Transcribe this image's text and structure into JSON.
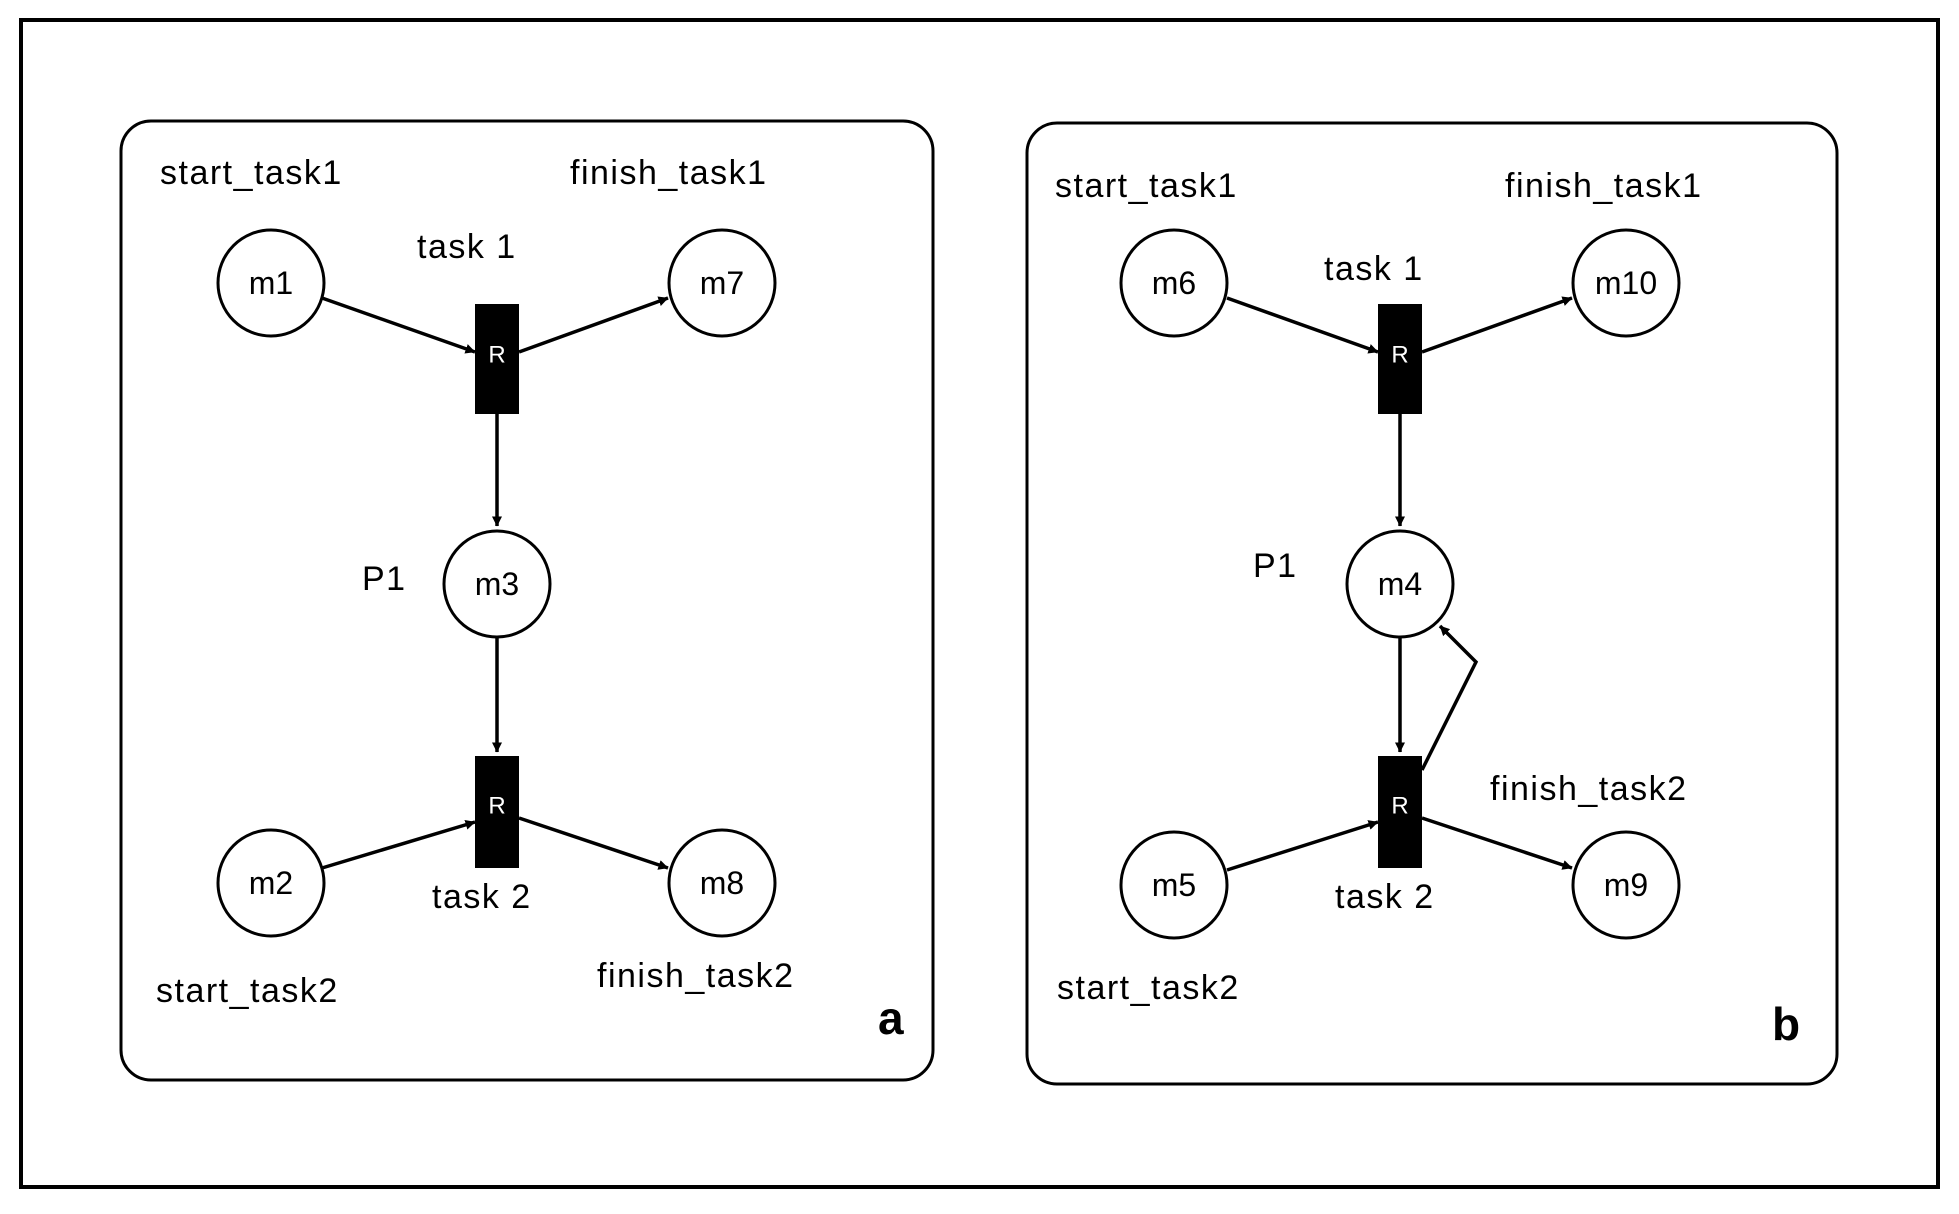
{
  "panels": [
    {
      "letter": "a",
      "places": [
        {
          "token": "m1",
          "label": "start_task1"
        },
        {
          "token": "m7",
          "label": "finish_task1"
        },
        {
          "token": "m3",
          "label": "P1"
        },
        {
          "token": "m2",
          "label": "start_task2"
        },
        {
          "token": "m8",
          "label": "finish_task2"
        }
      ],
      "transitions": [
        {
          "mark": "R",
          "label": "task 1"
        },
        {
          "mark": "R",
          "label": "task 2"
        }
      ]
    },
    {
      "letter": "b",
      "places": [
        {
          "token": "m6",
          "label": "start_task1"
        },
        {
          "token": "m10",
          "label": "finish_task1"
        },
        {
          "token": "m4",
          "label": "P1"
        },
        {
          "token": "m5",
          "label": "start_task2"
        },
        {
          "token": "m9",
          "label": "finish_task2"
        }
      ],
      "transitions": [
        {
          "mark": "R",
          "label": "task 1"
        },
        {
          "mark": "R",
          "label": "task 2"
        }
      ]
    }
  ]
}
